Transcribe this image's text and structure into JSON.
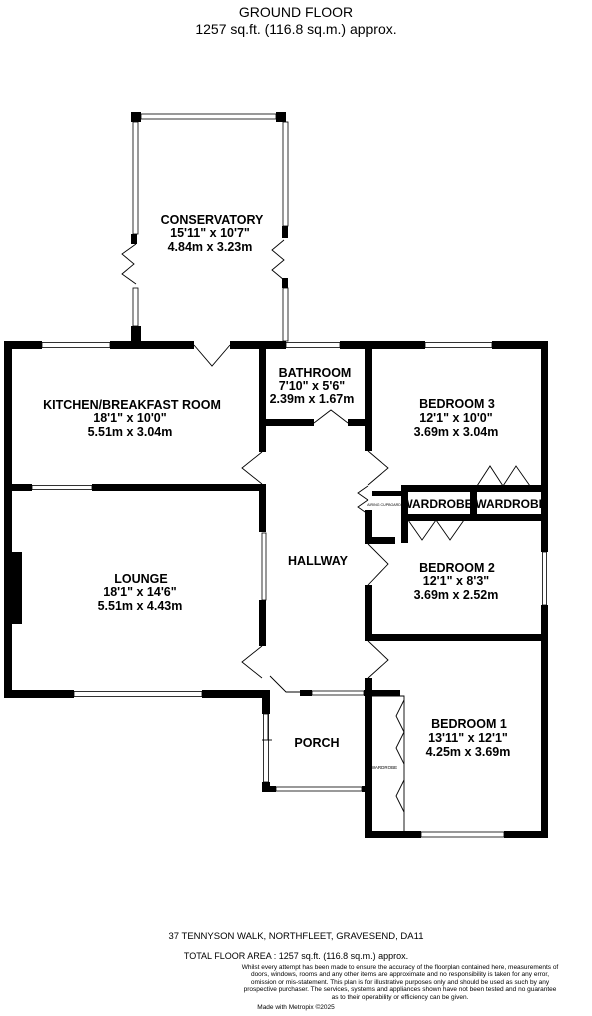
{
  "header": {
    "title": "GROUND FLOOR",
    "subtitle": "1257 sq.ft. (116.8 sq.m.) approx."
  },
  "rooms": {
    "conservatory": {
      "name": "CONSERVATORY",
      "imperial": "15'11\" x 10'7\"",
      "metric": "4.84m x 3.23m"
    },
    "kitchen": {
      "name": "KITCHEN/BREAKFAST ROOM",
      "imperial": "18'1\" x 10'0\"",
      "metric": "5.51m x 3.04m"
    },
    "bathroom": {
      "name": "BATHROOM",
      "imperial": "7'10\" x 5'6\"",
      "metric": "2.39m x 1.67m"
    },
    "bedroom3": {
      "name": "BEDROOM 3",
      "imperial": "12'1\" x 10'0\"",
      "metric": "3.69m x 3.04m"
    },
    "lounge": {
      "name": "LOUNGE",
      "imperial": "18'1\" x 14'6\"",
      "metric": "5.51m x 4.43m"
    },
    "hallway": {
      "name": "HALLWAY"
    },
    "bedroom2": {
      "name": "BEDROOM 2",
      "imperial": "12'1\" x 8'3\"",
      "metric": "3.69m x 2.52m"
    },
    "porch": {
      "name": "PORCH"
    },
    "bedroom1": {
      "name": "BEDROOM 1",
      "imperial": "13'11\" x 12'1\"",
      "metric": "4.25m x 3.69m"
    }
  },
  "labels": {
    "wardrobe_a": "WARDROBE",
    "wardrobe_b": "WARDROBE",
    "wardrobe_small": "WARDROBE",
    "airing_cupboard": "AIRING CUPBOARD"
  },
  "footer": {
    "address": "37 TENNYSON WALK, NORTHFLEET, GRAVESEND, DA11",
    "total_area": "TOTAL FLOOR AREA : 1257 sq.ft. (116.8 sq.m.) approx.",
    "disclaimer": "Whilst every attempt has been made to ensure the accuracy of the floorplan contained here, measurements of doors, windows, rooms and any other items are approximate and no responsibility is taken for any error, omission or mis-statement. This plan is for illustrative purposes only and should be used as such by any prospective purchaser. The services, systems and appliances shown have not been tested and no guarantee as to their operability or efficiency can be given.",
    "made_with": "Made with Metropix ©2025"
  }
}
